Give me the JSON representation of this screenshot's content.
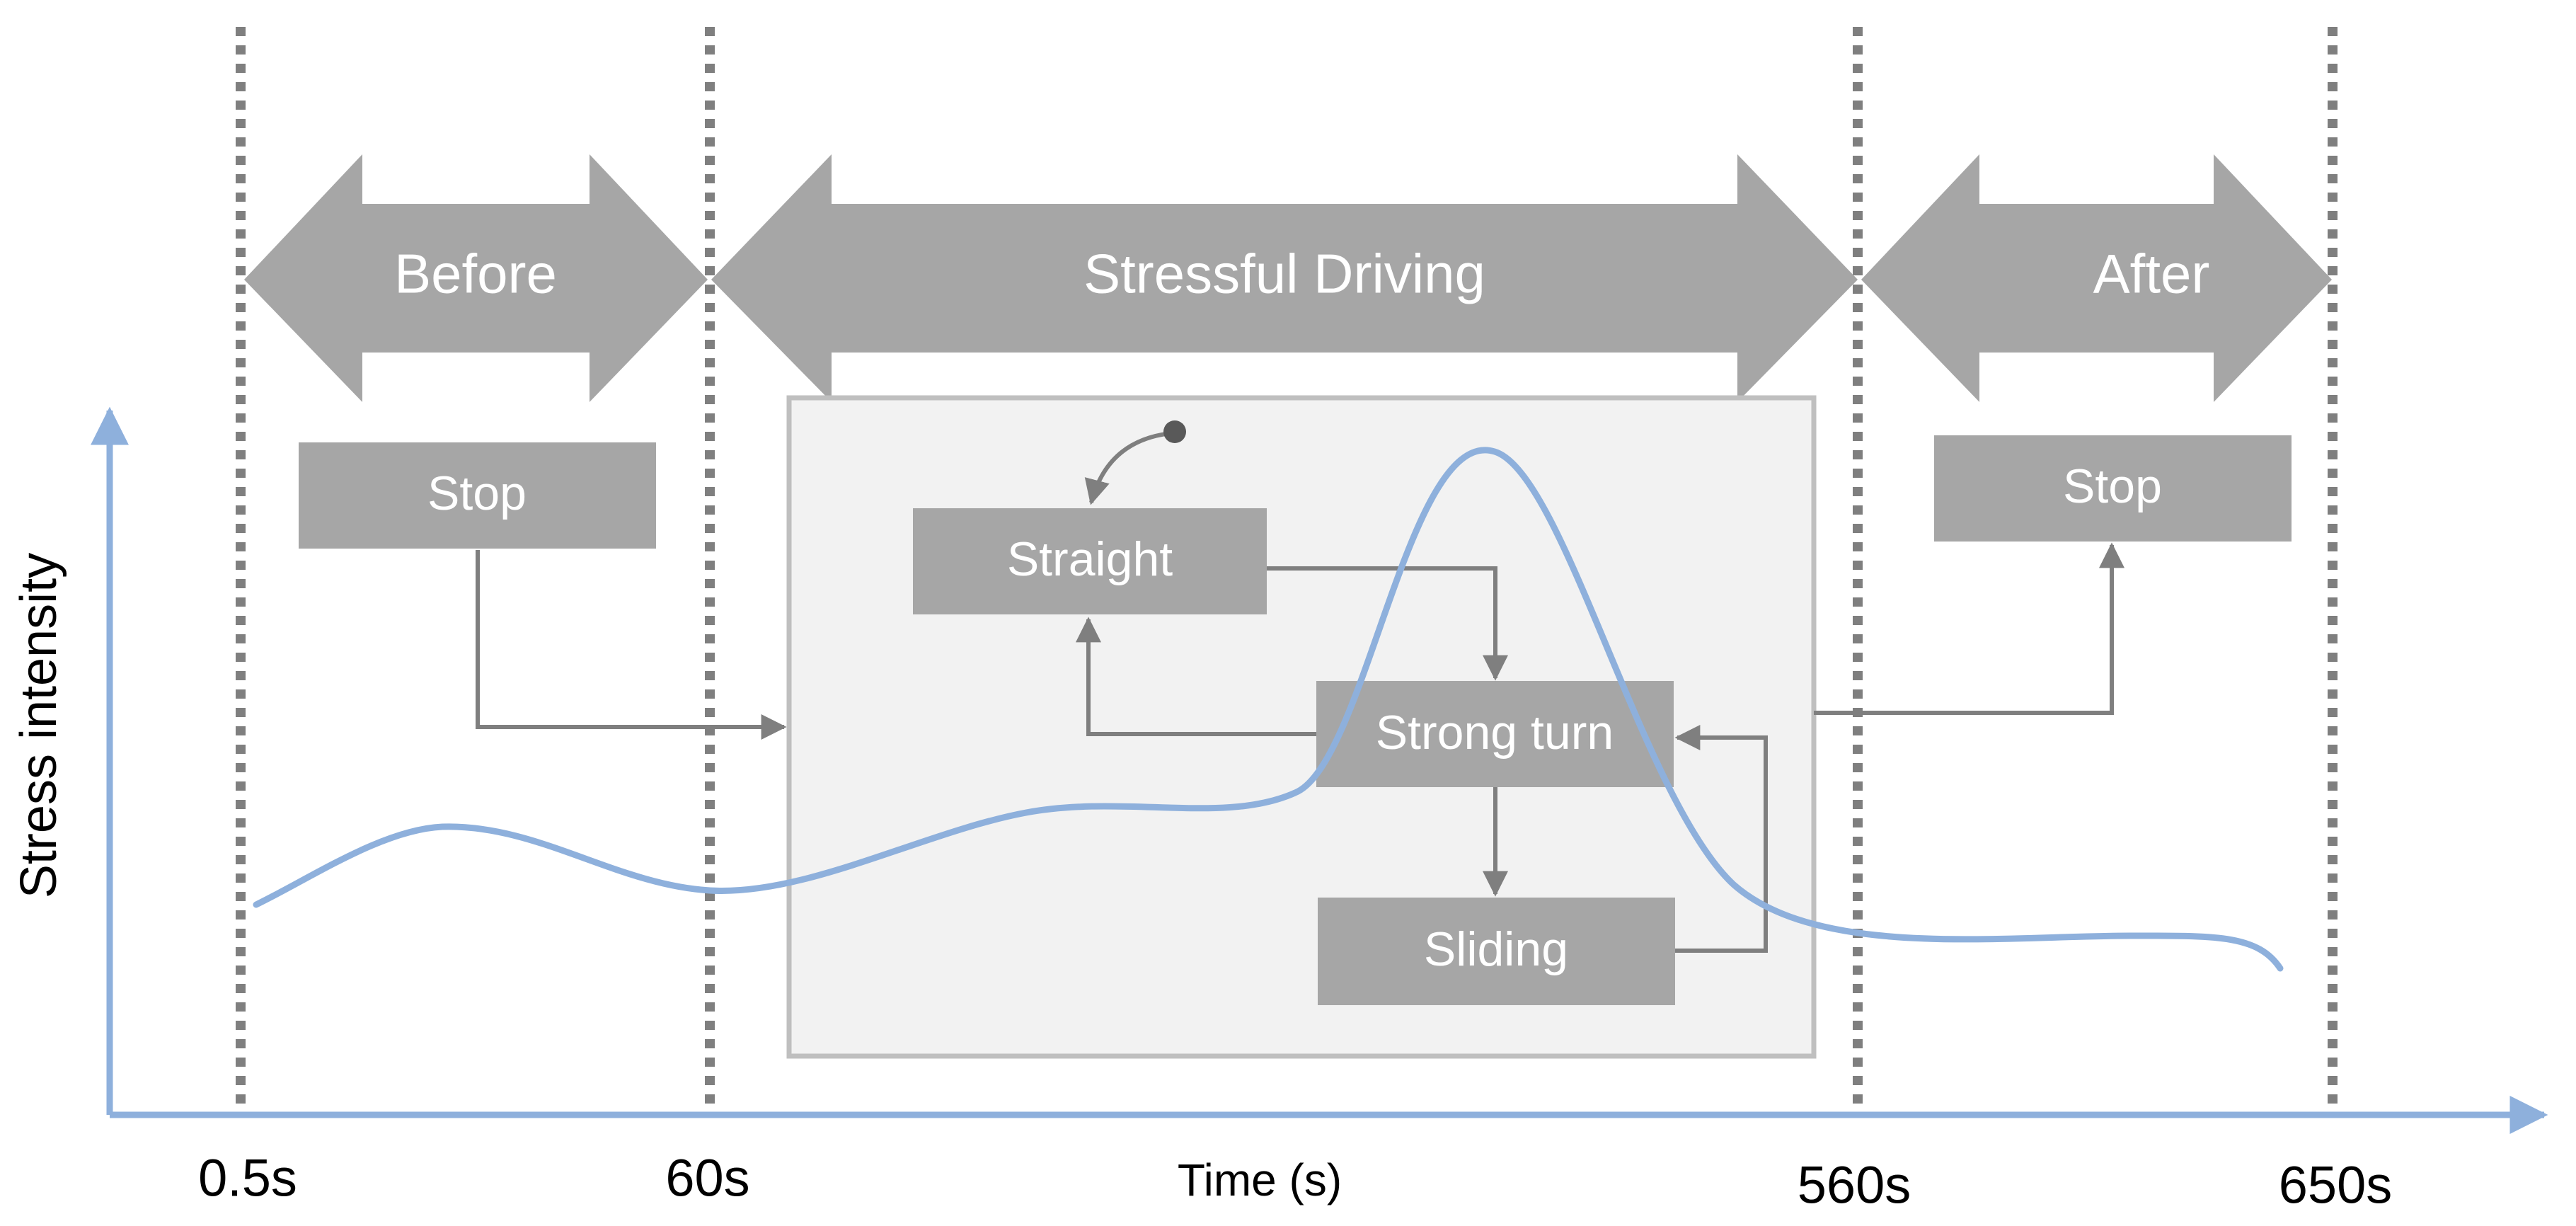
{
  "phases": [
    {
      "label": "Before"
    },
    {
      "label": "Stressful Driving"
    },
    {
      "label": "After"
    }
  ],
  "states": {
    "stop_before": "Stop",
    "stop_after": "Stop",
    "straight": "Straight",
    "strong_turn": "Strong turn",
    "sliding": "Sliding"
  },
  "axes": {
    "y_label": "Stress intensity",
    "x_label": "Time (s)",
    "ticks": [
      "0.5s",
      "60s",
      "560s",
      "650s"
    ]
  },
  "colors": {
    "phase_arrow": "#a6a6a6",
    "state_box": "#a6a6a6",
    "driving_panel_fill": "#f2f2f2",
    "driving_panel_border": "#bfbfbf",
    "connector": "#7f7f7f",
    "divider": "#7f7f7f",
    "stress_curve": "#8eb0dc",
    "axis": "#8eb0dc"
  }
}
